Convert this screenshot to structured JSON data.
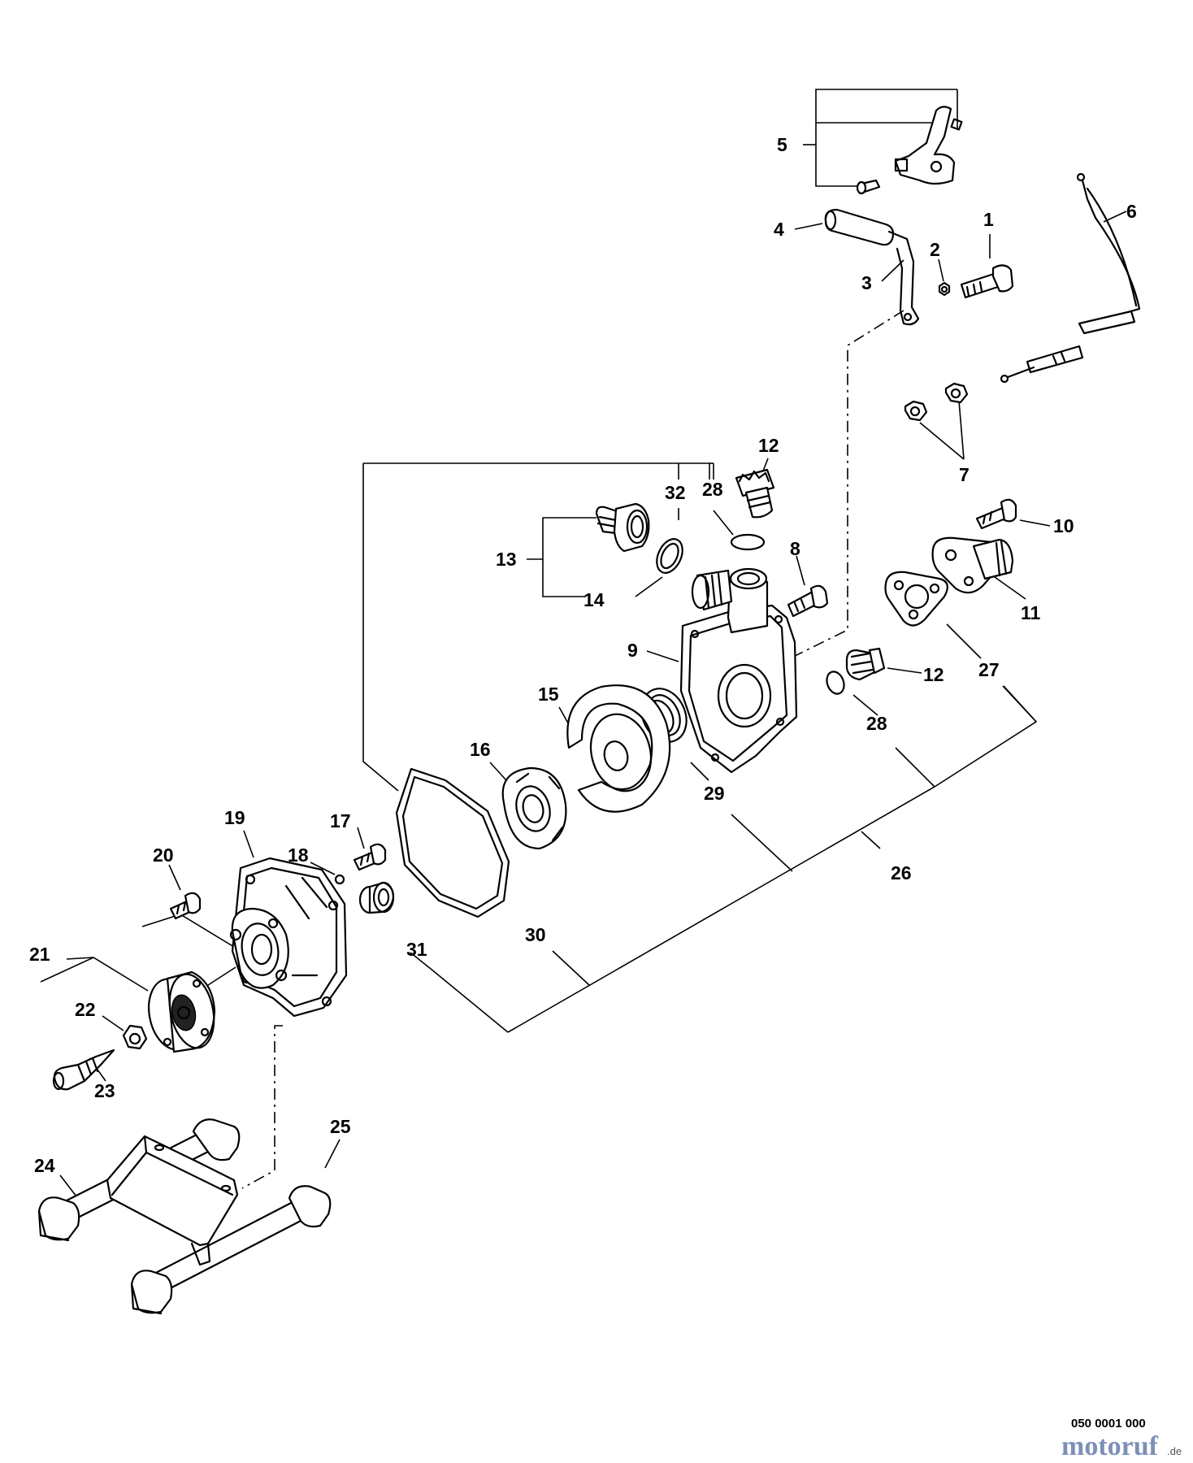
{
  "callouts": [
    "1",
    "2",
    "3",
    "4",
    "5",
    "6",
    "7",
    "8",
    "9",
    "10",
    "11",
    "12",
    "12",
    "13",
    "14",
    "15",
    "16",
    "17",
    "18",
    "19",
    "20",
    "21",
    "22",
    "23",
    "24",
    "25",
    "26",
    "27",
    "28",
    "28",
    "29",
    "30",
    "31",
    "32"
  ],
  "drawing_code": "050 0001 000",
  "watermark": {
    "main": "motoruf",
    "suffix": ".de"
  }
}
